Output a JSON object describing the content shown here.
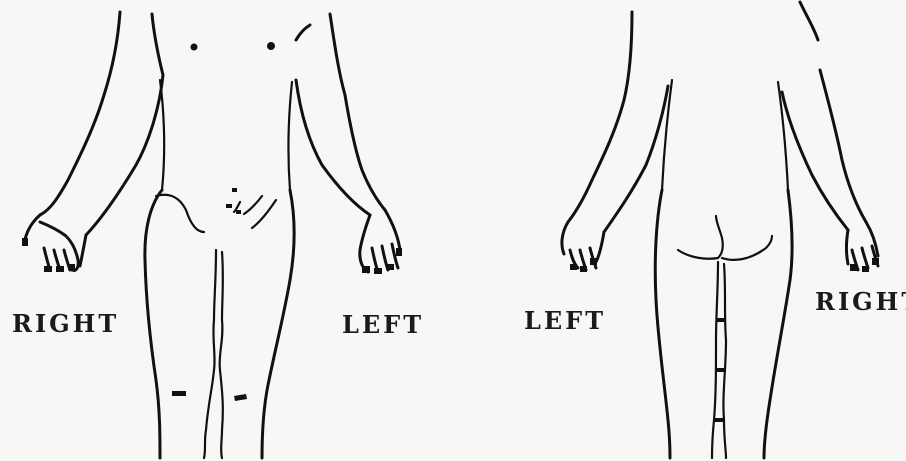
{
  "front_view": {
    "right_label": "RIGHT",
    "left_label": "LEFT"
  },
  "back_view": {
    "left_label": "LEFT",
    "right_label": "RIGHT"
  }
}
